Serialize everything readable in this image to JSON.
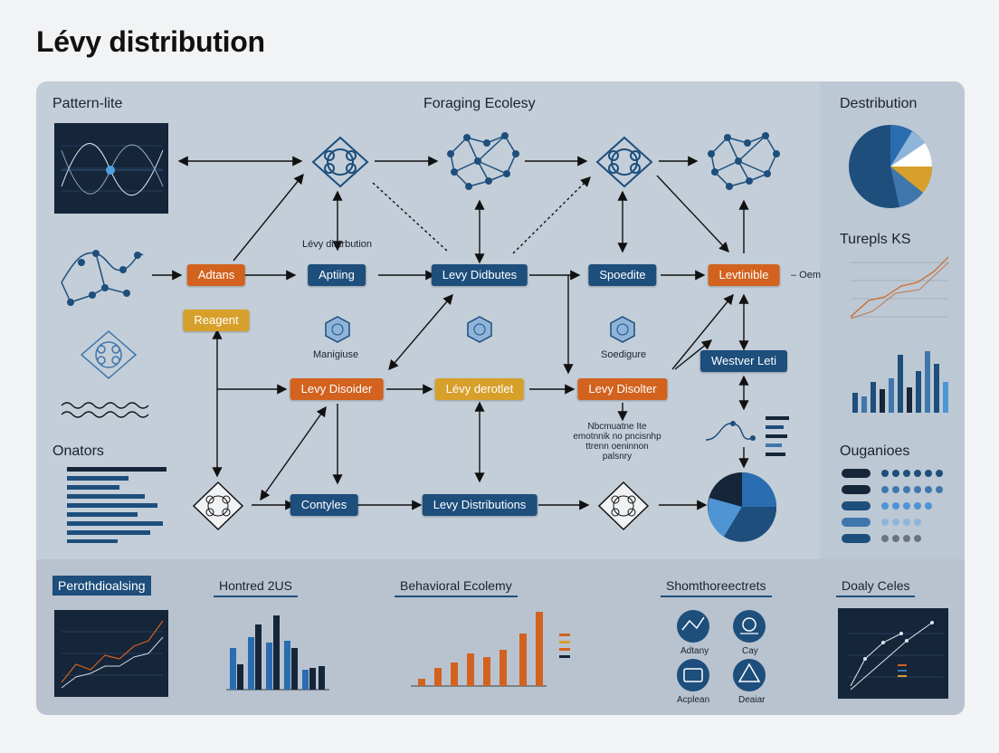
{
  "title": "Lévy distribution",
  "sections": {
    "pattern": "Pattern-lite",
    "foraging": "Foraging Ecolesy",
    "destribution": "Destribution",
    "turepls": "Turepls KS",
    "onators": "Onators",
    "ouganioes": "Ouganioes"
  },
  "nodes": {
    "adtans": "Adtans",
    "reagent": "Reagent",
    "apting": "Aptiing",
    "levy_distributes": "Levy Didbutes",
    "spoedite": "Spoedite",
    "levtinible": "Levtinible",
    "westver": "Westver Leti",
    "levy_disorder": "Levy Disoider",
    "levy_derotlet": "Lévy derotlet",
    "levy_disolter": "Levy Disolter",
    "contyles": "Contyles",
    "levy_distributions": "Levy Distributions"
  },
  "labels": {
    "levy_distrbution": "Lévy distrbution",
    "manigiuse": "Manigiuse",
    "soedigure": "Soedigure",
    "note": [
      "Nbcmuatne Ite",
      "emotnnik no pncisnhp",
      "ttrenn oeninnon",
      "palsnry"
    ],
    "oem": "– Oem"
  },
  "bottom": {
    "perothdioalsing": "Perothdioalsing",
    "hontred": "Hontred 2US",
    "behavioral": "Behavioral Ecolemy",
    "shomthoreectrets": "Shomthoreectrets",
    "doaly": "Doaly Celes",
    "icons": [
      "Adtany",
      "Cay",
      "Acplean",
      "Deaiar"
    ]
  },
  "colors": {
    "accent": "#1d4e7c",
    "orange": "#d2621e",
    "gold": "#d7a02b",
    "board": "#c3ced8"
  },
  "icons": [
    "network-icon",
    "molecule-icon",
    "hexagon-icon",
    "wave-icon",
    "pie-icon"
  ]
}
